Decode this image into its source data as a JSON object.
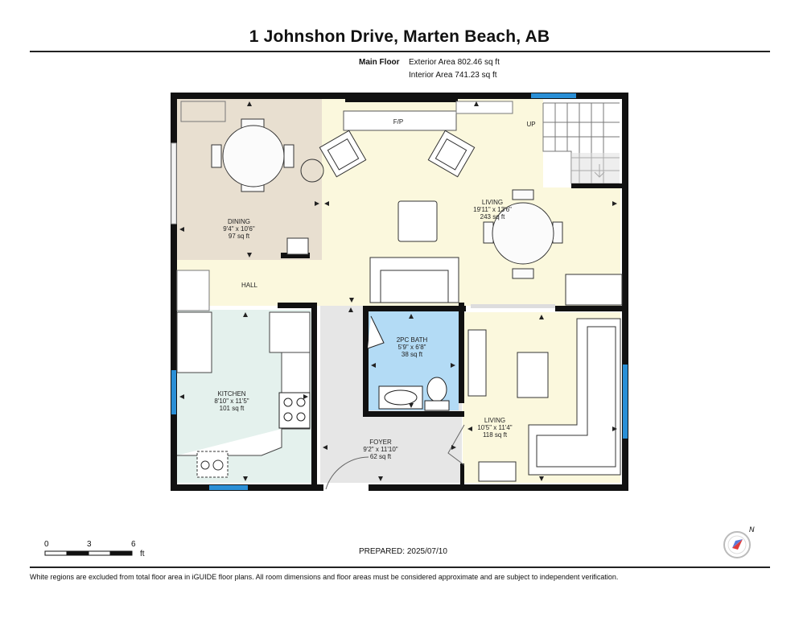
{
  "header": {
    "title": "1 Johnshon Drive, Marten Beach, AB"
  },
  "floor_info": {
    "floor_name": "Main Floor",
    "exterior_area": "Exterior Area 802.46 sq ft",
    "interior_area": "Interior Area 741.23 sq ft"
  },
  "rooms": {
    "dining": {
      "name": "DINING",
      "dims": "9'4\" x 10'6\"",
      "area": "97 sq ft"
    },
    "living_main": {
      "name": "LIVING",
      "dims": "19'11\" x 13'6\"",
      "area": "243 sq ft"
    },
    "kitchen": {
      "name": "KITCHEN",
      "dims": "8'10\" x 11'5\"",
      "area": "101 sq ft"
    },
    "bath": {
      "name": "2PC BATH",
      "dims": "5'9\" x 6'8\"",
      "area": "38 sq ft"
    },
    "living_small": {
      "name": "LIVING",
      "dims": "10'5\" x 11'4\"",
      "area": "118 sq ft"
    },
    "foyer": {
      "name": "FOYER",
      "dims": "9'2\" x 11'10\"",
      "area": "62 sq ft"
    },
    "hall": {
      "name": "HALL"
    }
  },
  "annotations": {
    "fireplace": "F/P",
    "stairs": "UP"
  },
  "colors": {
    "wall": "#111111",
    "window": "#2a8fd6",
    "dining": "#e8dfd0",
    "living": "#fbf8dd",
    "kitchen": "#e4f1ed",
    "bath": "#b3dbf5",
    "foyer": "#e6e6e6"
  },
  "scale_bar": {
    "labels": [
      "0",
      "3",
      "6"
    ],
    "unit": "ft"
  },
  "prepared": "PREPARED: 2025/07/10",
  "compass": {
    "north_label": "N"
  },
  "footer": {
    "disclaimer": "White regions are excluded from total floor area in iGUIDE floor plans. All room dimensions and floor areas must be considered approximate and are subject to independent verification."
  }
}
